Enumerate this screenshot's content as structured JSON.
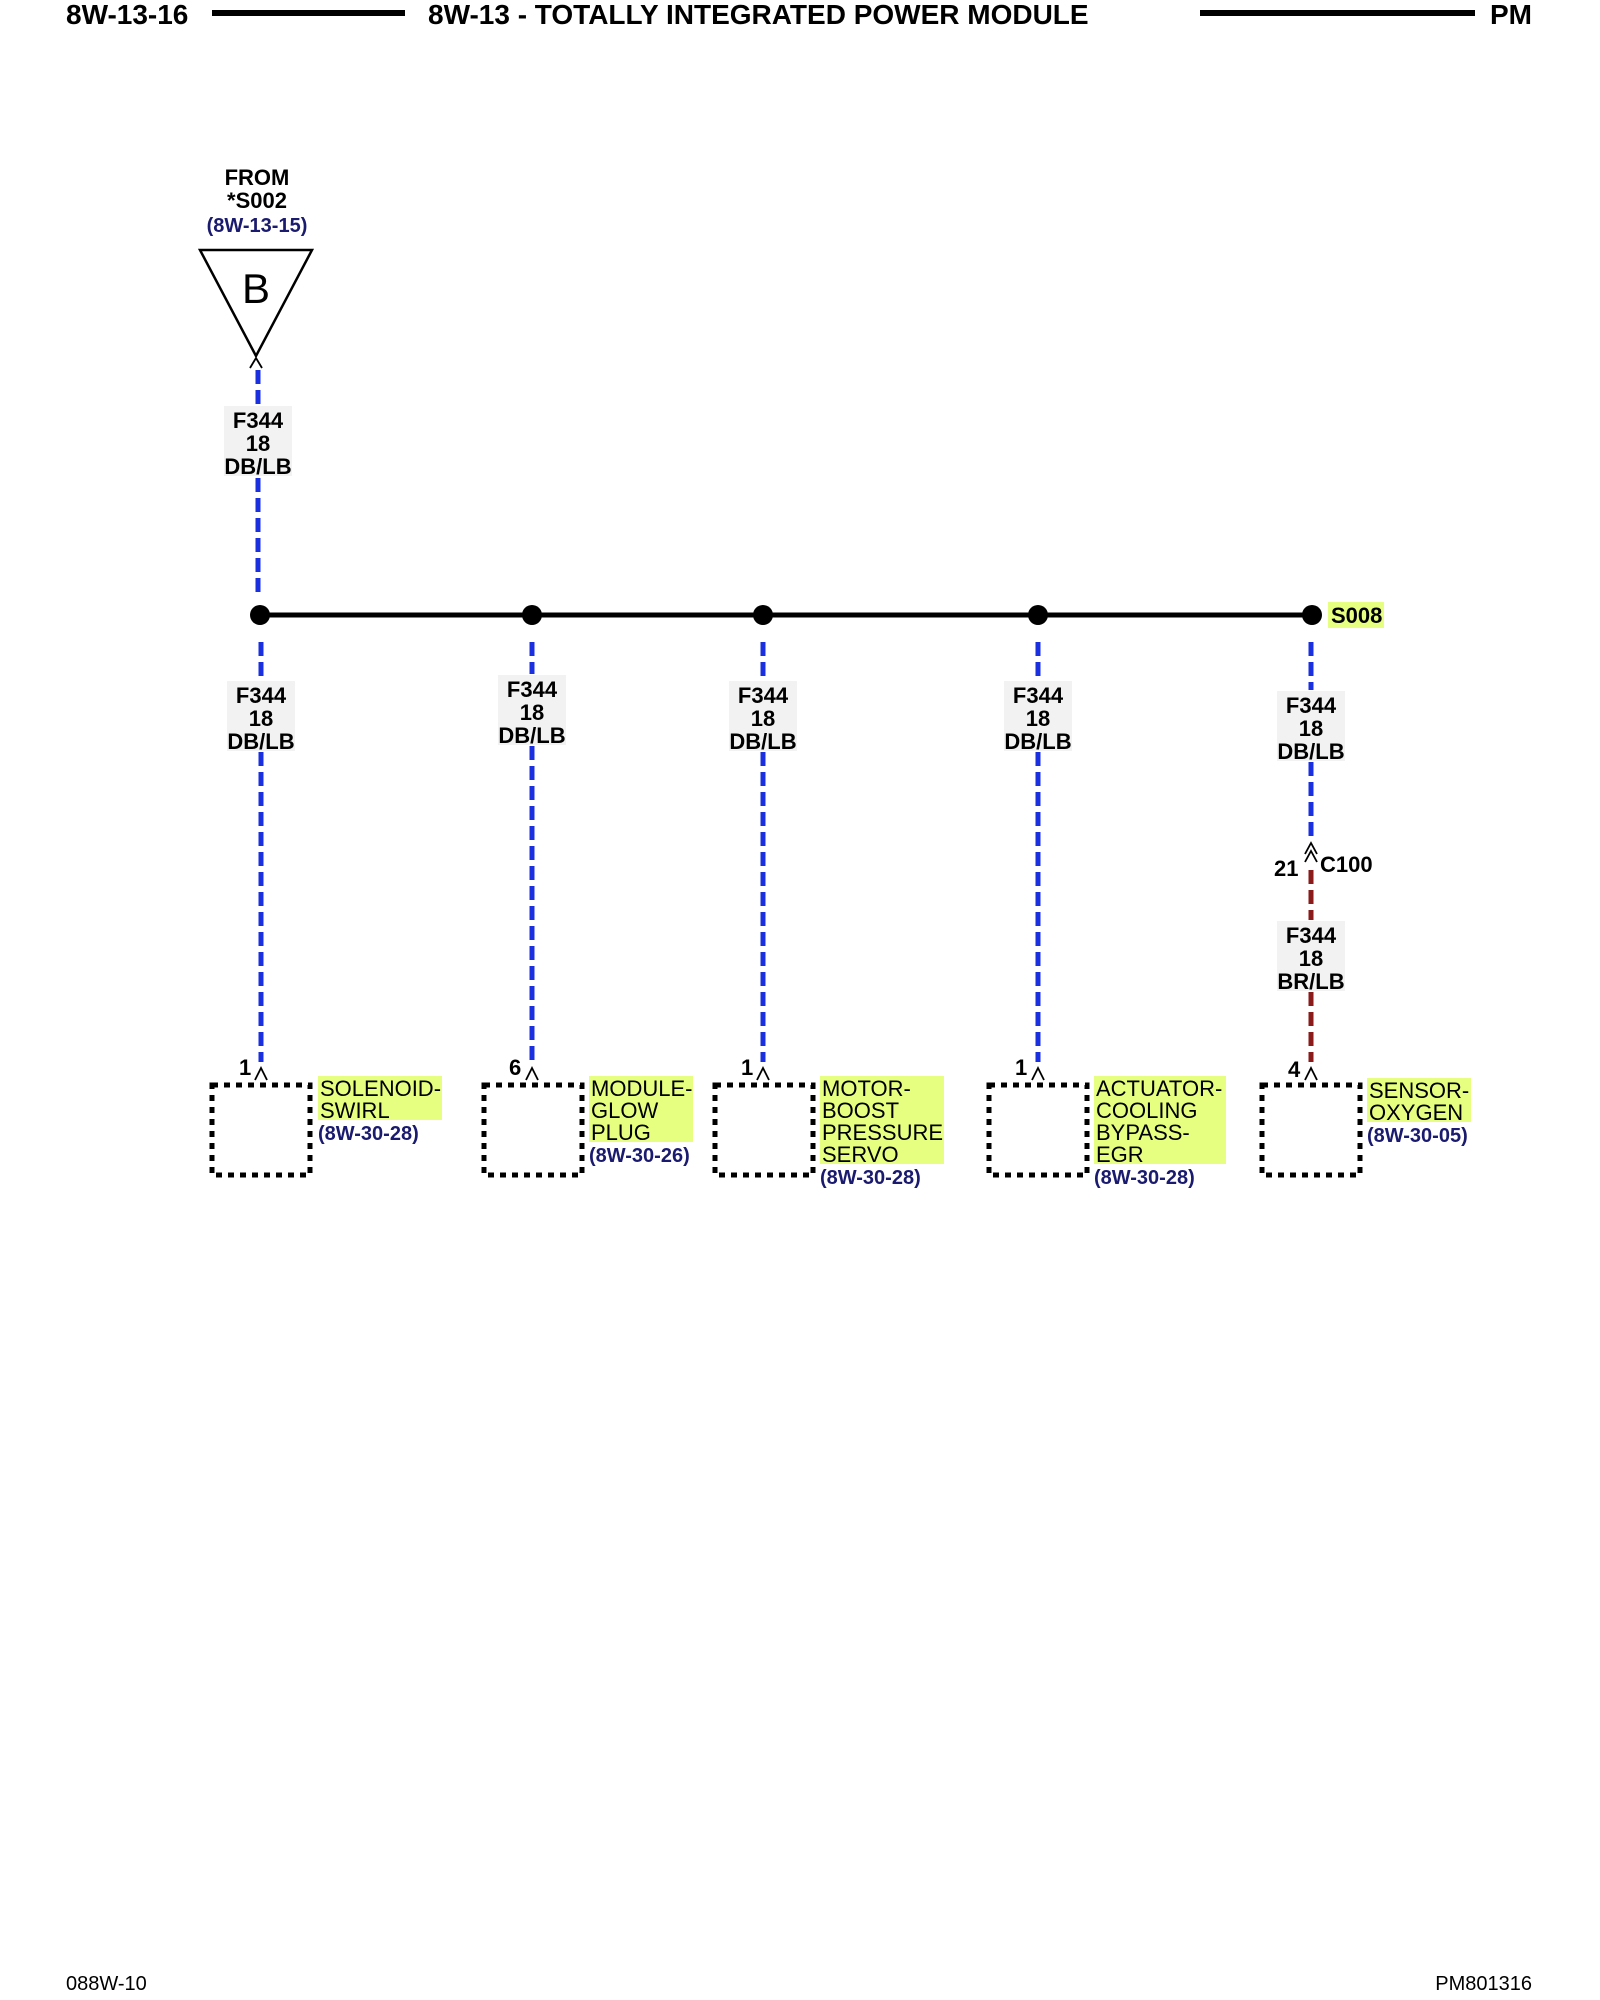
{
  "header": {
    "page_left": "8W-13-16",
    "title": "8W-13 - TOTALLY INTEGRATED POWER MODULE",
    "page_right": "PM"
  },
  "footer": {
    "left": "088W-10",
    "right": "PM801316"
  },
  "colors": {
    "wire_db_lb": "#1a2fe0",
    "wire_br_lb": "#8b1a1a",
    "highlight": "#e6ff80",
    "ref_text": "#1a1a6e"
  },
  "source": {
    "from_label": "FROM",
    "splice": "*S002",
    "ref": "(8W-13-15)",
    "connector_letter": "B",
    "wire": {
      "circuit": "F344",
      "gauge": "18",
      "color": "DB/LB"
    }
  },
  "bus": {
    "splice_label": "S008"
  },
  "branches": [
    {
      "wire": {
        "circuit": "F344",
        "gauge": "18",
        "color": "DB/LB"
      },
      "pin": "1",
      "component_lines": [
        "SOLENOID-",
        "SWIRL"
      ],
      "ref": "(8W-30-28)"
    },
    {
      "wire": {
        "circuit": "F344",
        "gauge": "18",
        "color": "DB/LB"
      },
      "pin": "6",
      "component_lines": [
        "MODULE-",
        "GLOW",
        "PLUG"
      ],
      "ref": "(8W-30-26)"
    },
    {
      "wire": {
        "circuit": "F344",
        "gauge": "18",
        "color": "DB/LB"
      },
      "pin": "1",
      "component_lines": [
        "MOTOR-",
        "BOOST",
        "PRESSURE",
        "SERVO"
      ],
      "ref": "(8W-30-28)"
    },
    {
      "wire": {
        "circuit": "F344",
        "gauge": "18",
        "color": "DB/LB"
      },
      "pin": "1",
      "component_lines": [
        "ACTUATOR-",
        "COOLING",
        "BYPASS-",
        "EGR"
      ],
      "ref": "(8W-30-28)"
    },
    {
      "wire": {
        "circuit": "F344",
        "gauge": "18",
        "color": "DB/LB"
      },
      "inline_connector": {
        "pin": "21",
        "name": "C100"
      },
      "wire2": {
        "circuit": "F344",
        "gauge": "18",
        "color": "BR/LB"
      },
      "pin": "4",
      "component_lines": [
        "SENSOR-",
        "OXYGEN"
      ],
      "ref": "(8W-30-05)"
    }
  ]
}
